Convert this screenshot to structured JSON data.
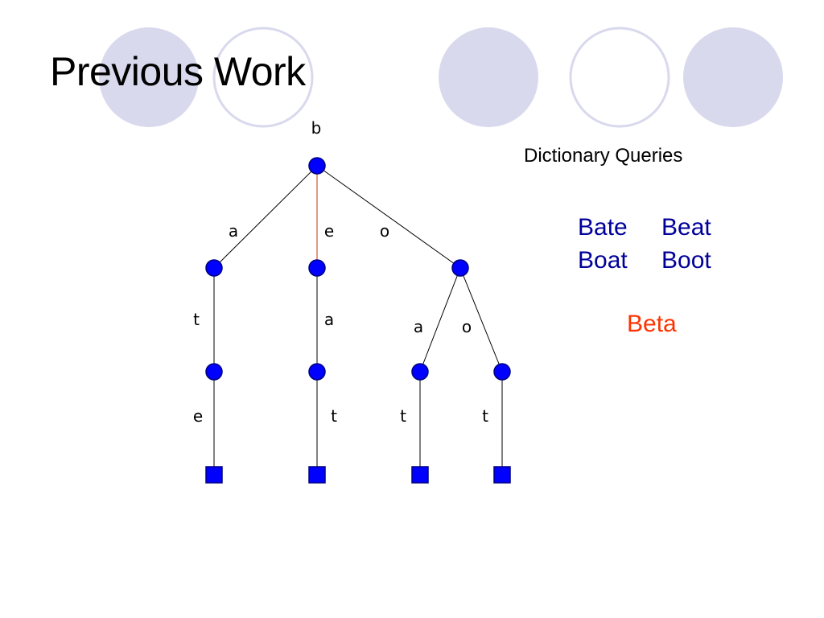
{
  "slide": {
    "title": "Previous Work"
  },
  "theme": {
    "circle_fill": "#d9d9ee",
    "circle_outline": "#d9d9ee",
    "node_fill": "#0000ff",
    "node_stroke": "#000080",
    "edge_color": "#000000",
    "highlight_edge_color": "#cc3300"
  },
  "trie": {
    "root_label": "b",
    "edge_labels": {
      "a1": "a",
      "e1": "e",
      "o1": "o",
      "t_a": "t",
      "a_e": "a",
      "a_o": "a",
      "o_o": "o",
      "e_t": "e",
      "t_e": "t",
      "t_oa": "t",
      "t_oo": "t"
    }
  },
  "dictionary": {
    "heading": "Dictionary Queries",
    "words": [
      "Bate",
      "Beat",
      "Boat",
      "Boot"
    ],
    "query": "Beta",
    "query_color": "#ff3300",
    "word_color": "#000099"
  }
}
